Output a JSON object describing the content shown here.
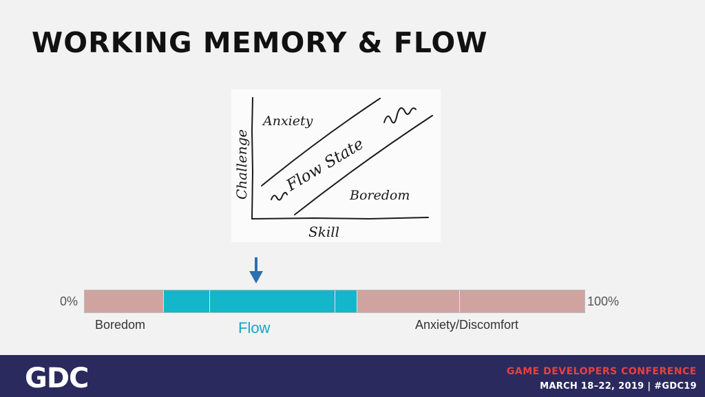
{
  "slide": {
    "title": "WORKING MEMORY & FLOW"
  },
  "sketch": {
    "anxiety": "Anxiety",
    "flow_state": "Flow State",
    "boredom": "Boredom",
    "x_axis": "Skill",
    "y_axis": "Challenge"
  },
  "scale": {
    "min_label": "0%",
    "max_label": "100%",
    "marker_position_pct": 34,
    "segments": [
      {
        "zone": "boredom",
        "color": "#cfa39f",
        "width_pct": 15.7
      },
      {
        "zone": "flow",
        "color": "#14b6c9",
        "width_pct": 9.3
      },
      {
        "zone": "flow",
        "color": "#14b6c9",
        "width_pct": 25.0
      },
      {
        "zone": "flow",
        "color": "#14b6c9",
        "width_pct": 4.4
      },
      {
        "zone": "anxiety",
        "color": "#cfa39f",
        "width_pct": 20.6
      },
      {
        "zone": "anxiety",
        "color": "#cfa39f",
        "width_pct": 25.0
      }
    ],
    "labels": {
      "boredom": "Boredom",
      "flow": "Flow",
      "anxiety": "Anxiety/Discomfort"
    }
  },
  "footer": {
    "logo": "GDC",
    "conference": "GAME DEVELOPERS CONFERENCE",
    "dates": "MARCH 18–22, 2019 | #GDC19",
    "bg_color": "#2a2a5e",
    "accent_color": "#e8413e"
  }
}
